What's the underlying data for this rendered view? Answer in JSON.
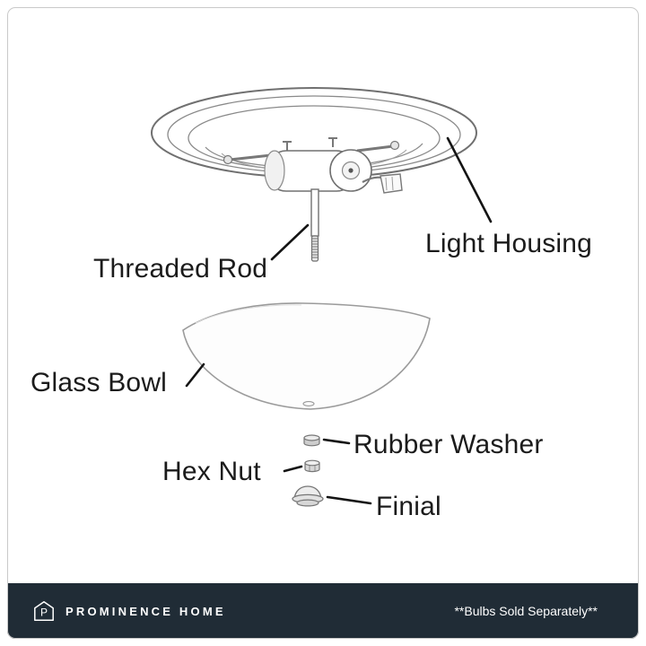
{
  "diagram": {
    "labels": {
      "light_housing": "Light Housing",
      "threaded_rod": "Threaded Rod",
      "glass_bowl": "Glass Bowl",
      "rubber_washer": "Rubber Washer",
      "hex_nut": "Hex Nut",
      "finial": "Finial"
    }
  },
  "footer": {
    "logo_icon": "house-outline-with-letter",
    "logo_letter": "P",
    "brand": "PROMINENCE HOME",
    "note": "**Bulbs Sold Separately**"
  },
  "colors": {
    "page_background": "#ffffff",
    "frame_border": "#c9c9c9",
    "line_art": "#707070",
    "pointer_line": "#141414",
    "footer_background": "#202c36",
    "footer_text": "#ffffff"
  }
}
